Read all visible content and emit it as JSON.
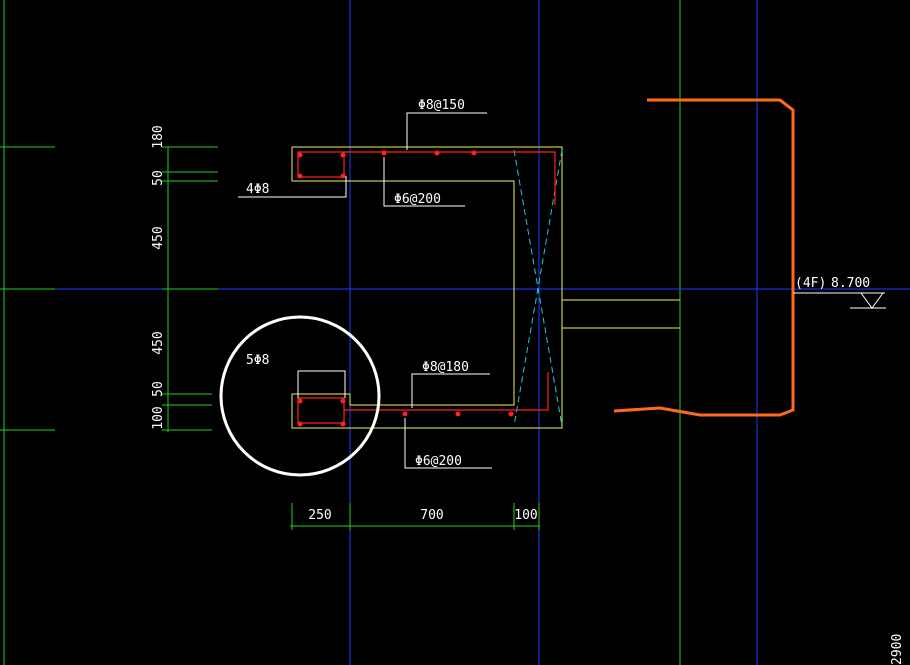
{
  "colors": {
    "background": "#000000",
    "axis_blue": "#1e3cff",
    "grid_green": "#22cc22",
    "outline_yellow": "#f0f060",
    "rebar_red": "#ff2020",
    "leader_white": "#ffffff",
    "cyan_cross": "#22c8e0",
    "slab_orange": "#ff6a1a",
    "highlight_circle": "#ffffff"
  },
  "rebar_labels": {
    "top_longitudinal": "Φ8@150",
    "top_stirrup": "Φ6@200",
    "top_corner_bars": "4Φ8",
    "bottom_corner_bars": "5Φ8",
    "bottom_longitudinal": "Φ8@180",
    "bottom_stirrup": "Φ6@200"
  },
  "vertical_dimensions": [
    "180",
    "50",
    "450",
    "450",
    "50",
    "100"
  ],
  "horizontal_dimensions": [
    "250",
    "700",
    "100"
  ],
  "elevation": {
    "level": "(4F)",
    "value": "8.700"
  },
  "edge_text": "2900",
  "icons": [
    "elevation-triangle-icon",
    "highlight-circle-icon"
  ]
}
